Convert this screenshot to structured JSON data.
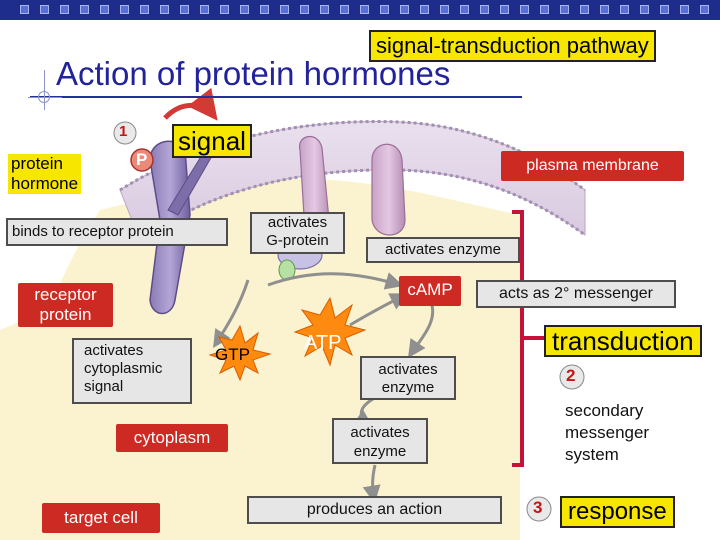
{
  "header": {
    "badge": "signal-transduction pathway",
    "title": "Action of protein hormones"
  },
  "diagram": {
    "step1": "1",
    "signal": "signal",
    "P": "P",
    "protein_hormone_line1": "protein",
    "protein_hormone_line2": "hormone",
    "plasma_membrane": "plasma membrane",
    "binds_to_receptor": "binds to receptor protein",
    "activates_gprotein_line1": "activates",
    "activates_gprotein_line2": "G-protein",
    "activates_enzyme_top": "activates enzyme",
    "receptor_protein_line1": "receptor",
    "receptor_protein_line2": "protein",
    "camp": "cAMP",
    "acts_as_messenger": "acts as 2° messenger",
    "transduction": "transduction",
    "activates_cyto_line1": "activates",
    "activates_cyto_line2": "cytoplasmic",
    "activates_cyto_line3": "signal",
    "gtp": "GTP",
    "atp": "ATP",
    "activates_enzyme_mid_line1": "activates",
    "activates_enzyme_mid_line2": "enzyme",
    "step2": "2",
    "secondary_line1": "secondary",
    "secondary_line2": "messenger",
    "secondary_line3": "system",
    "cytoplasm": "cytoplasm",
    "activates_enzyme_low_line1": "activates",
    "activates_enzyme_low_line2": "enzyme",
    "target_cell": "target cell",
    "produces_action": "produces an action",
    "step3": "3",
    "response": "response"
  },
  "colors": {
    "nav_bar": "#1e2d8c",
    "title": "#22229a",
    "highlight_yellow": "#f7e600",
    "label_red": "#cc2a22",
    "bracket_red": "#c4123a",
    "cytoplasm": "#fbf3cf"
  }
}
